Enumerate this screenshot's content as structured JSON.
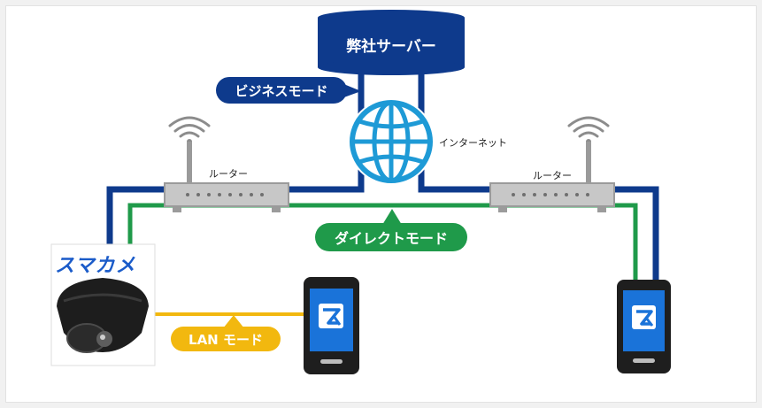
{
  "server": {
    "label": "弊社サーバー"
  },
  "internet": {
    "label": "インターネット"
  },
  "routers": [
    {
      "label": "ルーター"
    },
    {
      "label": "ルーター"
    }
  ],
  "modes": {
    "business": "ビジネスモード",
    "direct": "ダイレクトモード",
    "lan": "LAN モード"
  },
  "brand": {
    "logo_text": "スマカメ"
  },
  "colors": {
    "business_line": "#0e3a8c",
    "direct_line": "#1f9a4a",
    "lan_line": "#f2b80f",
    "globe": "#1e9ad6",
    "server": "#0e3a8c",
    "app_icon": "#1a73d9"
  },
  "icons": [
    "server-icon",
    "globe-icon",
    "wifi-icon",
    "router-icon",
    "camera-icon",
    "smartphone-icon",
    "app-icon"
  ]
}
